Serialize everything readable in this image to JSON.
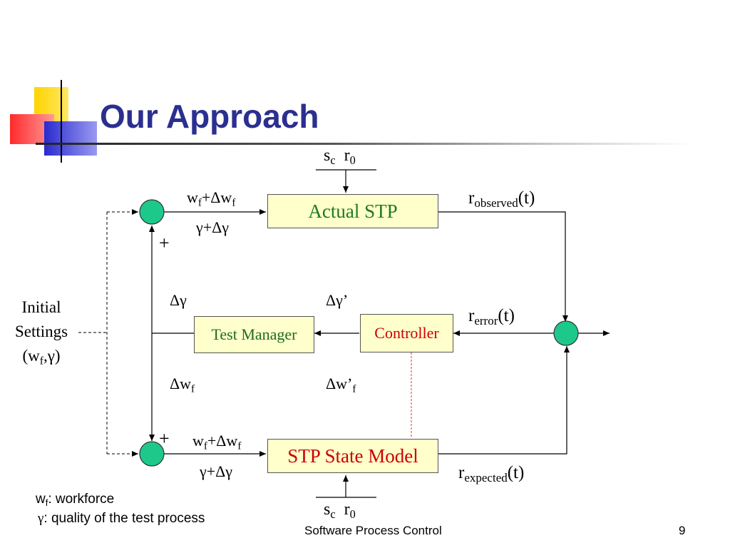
{
  "slide": {
    "title": "Our Approach",
    "footer": "Software Process Control",
    "page_number": "9"
  },
  "colors": {
    "title": "#2b2f8f",
    "box_fill": "#ffffcc",
    "actual_stp_text": "#1f7a1f",
    "test_manager_text": "#1f6b1f",
    "red_text": "#cc0000",
    "junction": "#1dc98a"
  },
  "diagram": {
    "actual_stp": "Actual STP",
    "test_manager": "Test Manager",
    "controller": "Controller",
    "stp_state_model": "STP State Model",
    "plus_top": "+",
    "plus_bottom": "+",
    "initial_settings_line1": "Initial",
    "initial_settings_line2": "Settings",
    "initial_settings_line3_prefix": "(w",
    "initial_settings_line3_sub": "f",
    "initial_settings_line3_suffix": ",γ)",
    "top_input_s": "s",
    "top_input_s_sub": "c",
    "top_input_r": "r",
    "top_input_r_sub": "0",
    "bottom_input_s": "s",
    "bottom_input_s_sub": "c",
    "bottom_input_r": "r",
    "bottom_input_r_sub": "0",
    "wf_top_w": "w",
    "wf_top_f": "f",
    "wf_top_plus": "+Δw",
    "wf_top_f2": "f",
    "gamma_top": "γ+Δγ",
    "wf_bottom_w": "w",
    "wf_bottom_f": "f",
    "wf_bottom_plus": "+Δw",
    "wf_bottom_f2": "f",
    "gamma_bottom": "γ+Δγ",
    "delta_gamma": "Δγ",
    "delta_gamma_prime": "Δγ’",
    "delta_wf": "Δw",
    "delta_wf_sub": "f",
    "delta_wf_prime": "Δw’",
    "delta_wf_prime_sub": "f",
    "r_observed": "r",
    "r_observed_sub": "observed",
    "r_observed_t": "(t)",
    "r_error": "r",
    "r_error_sub": "error",
    "r_error_t": "(t)",
    "r_expected": "r",
    "r_expected_sub": "expected",
    "r_expected_t": "(t)"
  },
  "legend": {
    "line1_w": "w",
    "line1_sub": "f",
    "line1_text": ": workforce",
    "line2_symbol": "γ",
    "line2_text": ":  quality of the test process"
  }
}
